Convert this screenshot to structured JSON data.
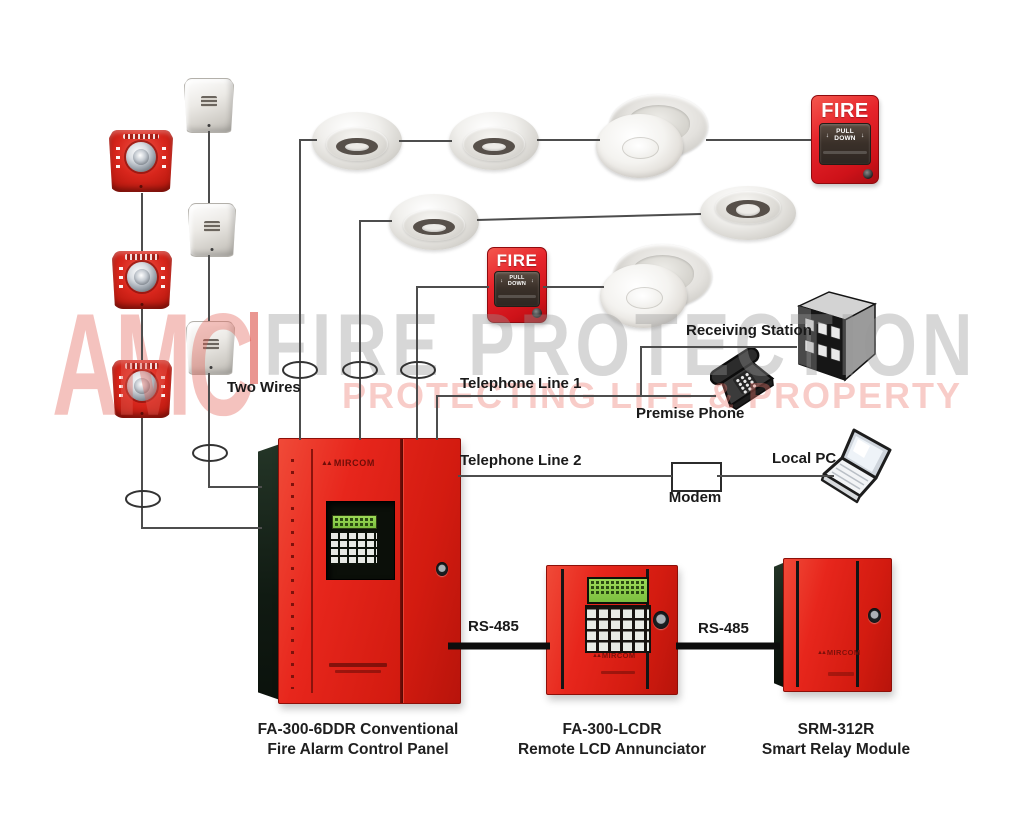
{
  "watermark": {
    "brand": "AMC",
    "title": "FIRE PROTECTION",
    "tagline": "PROTECTING LIFE & PROPERTY",
    "brand_color": "#e05f55",
    "title_color": "#969696"
  },
  "labels": {
    "two_wires": "Two Wires",
    "telephone_line_1": "Telephone Line 1",
    "telephone_line_2": "Telephone Line 2",
    "receiving_station": "Receiving Station",
    "premise_phone": "Premise Phone",
    "modem": "Modem",
    "local_pc": "Local PC",
    "rs485": "RS-485"
  },
  "captions": {
    "panel_line1": "FA-300-6DDR Conventional",
    "panel_line2": "Fire Alarm Control Panel",
    "ann_line1": "FA-300-LCDR",
    "ann_line2": "Remote LCD Annunciator",
    "relay_line1": "SRM-312R",
    "relay_line2": "Smart Relay Module"
  },
  "devices": {
    "pull_title": "FIRE",
    "pull_instruction": "PULL DOWN",
    "pull_arrow": "↓",
    "brand_logo": "MIRCOM"
  },
  "colors": {
    "cabinet_red": "#e7261c",
    "pull_red": "#e6242b",
    "lcd_green": "#8ed04e",
    "wire": "#4d4d4d",
    "rs485_line": "#0d0d0d",
    "label_text": "#1a1a1a"
  }
}
